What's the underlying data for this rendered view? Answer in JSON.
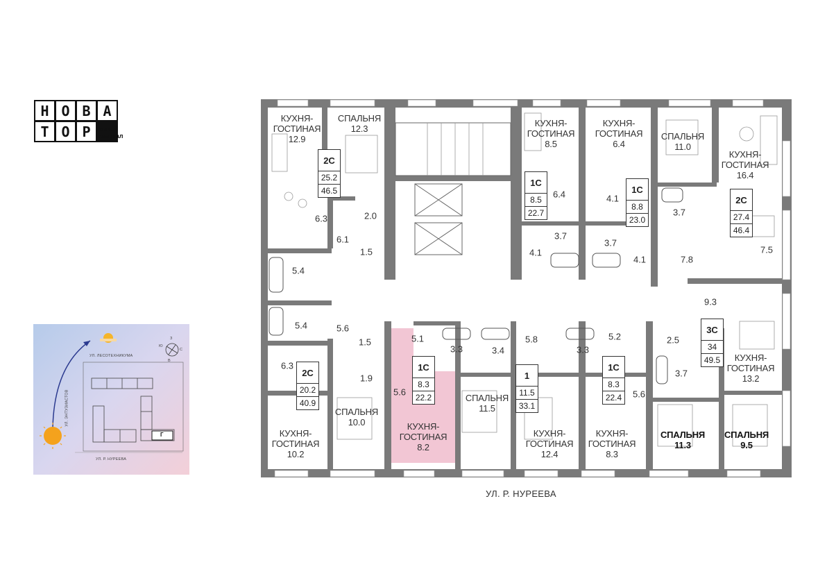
{
  "logo": {
    "letters": [
      "Н",
      "О",
      "В",
      "А",
      "Т",
      "О",
      "Р",
      ""
    ],
    "subtitle_line1": "жилой",
    "subtitle_line2": "квартал"
  },
  "sitemap": {
    "street_top": "УЛ. ЛЕСОТЕХНИКУМА",
    "street_left": "УЛ. ЭНТУЗИАСТОВ",
    "street_bottom": "УЛ. Р. НУРЕЕВА",
    "building_letter": "Г",
    "compass": {
      "n": "З",
      "e": "С",
      "s": "В",
      "w": "Ю"
    }
  },
  "street_bottom": "УЛ. Р. НУРЕЕВА",
  "rooms": [
    {
      "id": "kg-129",
      "name": "КУХНЯ-\nГОСТИНАЯ",
      "area": "12.9"
    },
    {
      "id": "sp-123",
      "name": "СПАЛЬНЯ",
      "area": "12.3"
    },
    {
      "id": "kg-85",
      "name": "КУХНЯ-\nГОСТИНАЯ",
      "area": "8.5"
    },
    {
      "id": "kg-64",
      "name": "КУХНЯ-\nГОСТИНАЯ",
      "area": "6.4"
    },
    {
      "id": "sp-110",
      "name": "СПАЛЬНЯ",
      "area": "11.0"
    },
    {
      "id": "kg-164",
      "name": "КУХНЯ-\nГОСТИНАЯ",
      "area": "16.4"
    },
    {
      "id": "kg-102",
      "name": "КУХНЯ-\nГОСТИНАЯ",
      "area": "10.2"
    },
    {
      "id": "sp-100",
      "name": "СПАЛЬНЯ",
      "area": "10.0"
    },
    {
      "id": "kg-82",
      "name": "КУХНЯ-\nГОСТИНАЯ",
      "area": "8.2"
    },
    {
      "id": "sp-115",
      "name": "СПАЛЬНЯ",
      "area": "11.5"
    },
    {
      "id": "kg-124",
      "name": "КУХНЯ-\nГОСТИНАЯ",
      "area": "12.4"
    },
    {
      "id": "kg-83",
      "name": "КУХНЯ-\nГОСТИНАЯ",
      "area": "8.3"
    },
    {
      "id": "sp-113",
      "name": "СПАЛЬНЯ",
      "area": "11.3"
    },
    {
      "id": "sp-95",
      "name": "СПАЛЬНЯ",
      "area": "9.5"
    },
    {
      "id": "kg-132",
      "name": "КУХНЯ-\nГОСТИНАЯ",
      "area": "13.2"
    }
  ],
  "areas": [
    "6.3",
    "6.1",
    "2.0",
    "1.5",
    "5.4",
    "5.4",
    "5.6",
    "1.5",
    "6.3",
    "1.9",
    "5.1",
    "3.3",
    "3.4",
    "5.6",
    "6.4",
    "3.7",
    "4.1",
    "4.1",
    "3.7",
    "4.1",
    "3.7",
    "7.8",
    "7.5",
    "9.3",
    "5.8",
    "3.3",
    "5.2",
    "2.5",
    "3.7",
    "5.6"
  ],
  "apartments": [
    {
      "id": "a1",
      "type": "2С",
      "living": "25.2",
      "total": "46.5"
    },
    {
      "id": "a2",
      "type": "1С",
      "living": "8.5",
      "total": "22.7"
    },
    {
      "id": "a3",
      "type": "1С",
      "living": "8.8",
      "total": "23.0"
    },
    {
      "id": "a4",
      "type": "2С",
      "living": "27.4",
      "total": "46.4"
    },
    {
      "id": "a5",
      "type": "2С",
      "living": "20.2",
      "total": "40.9"
    },
    {
      "id": "a6",
      "type": "1С",
      "living": "8.3",
      "total": "22.2"
    },
    {
      "id": "a7",
      "type": "1",
      "living": "11.5",
      "total": "33.1"
    },
    {
      "id": "a8",
      "type": "1С",
      "living": "8.3",
      "total": "22.4"
    },
    {
      "id": "a9",
      "type": "3С",
      "living": "34",
      "total": "49.5"
    }
  ],
  "colors": {
    "wall": "#7a7a7a",
    "highlight": "#f2c6d4",
    "window": "#e8e8e8"
  }
}
